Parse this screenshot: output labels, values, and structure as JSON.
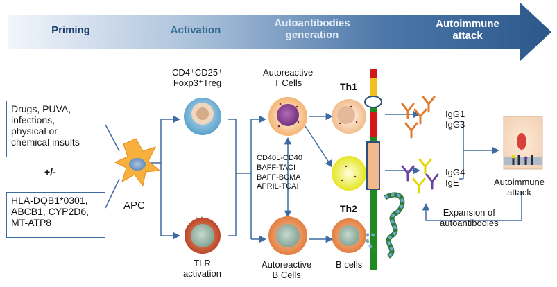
{
  "phases": {
    "priming": "Priming",
    "activation": "Activation",
    "autoantibodies": "Autoantibodies\ngeneration",
    "attack": "Autoimmune\nattack"
  },
  "triggers": {
    "environmental": "Drugs, PUVA,\ninfections,\nphysical or\nchemical insults",
    "plus_minus": "+/-",
    "genetic": "HLA-DQB1*0301,\nABCB1, CYP2D6,\nMT-ATP8"
  },
  "labels": {
    "apc": "APC",
    "treg": "CD4⁺CD25⁺\nFoxp3⁺Treg",
    "tlr": "TLR\nactivation",
    "t_cells": "Autoreactive\nT Cells",
    "b_cells": "Autoreactive\nB Cells",
    "interactions": "CD40L-CD40\nBAFF-TACI\nBAFF-BCMA\nAPRIL-TCAI",
    "th1": "Th1",
    "th2": "Th2",
    "b_cells_right": "B cells",
    "igg1_igg3": "IgG1\nIgG3",
    "igg4_ige": "IgG4\nIgE",
    "autoimmune_attack": "Autoimmune\nattack",
    "expansion": "Expansion of\nautoantibodies"
  },
  "colors": {
    "arrow_dark": "#2e5b8c",
    "arrow_light": "#e6eef7",
    "line": "#3d6aa0",
    "igg13": "#e07a2e",
    "igg4e": "#6b3fa0",
    "ige": "#e6d600"
  }
}
